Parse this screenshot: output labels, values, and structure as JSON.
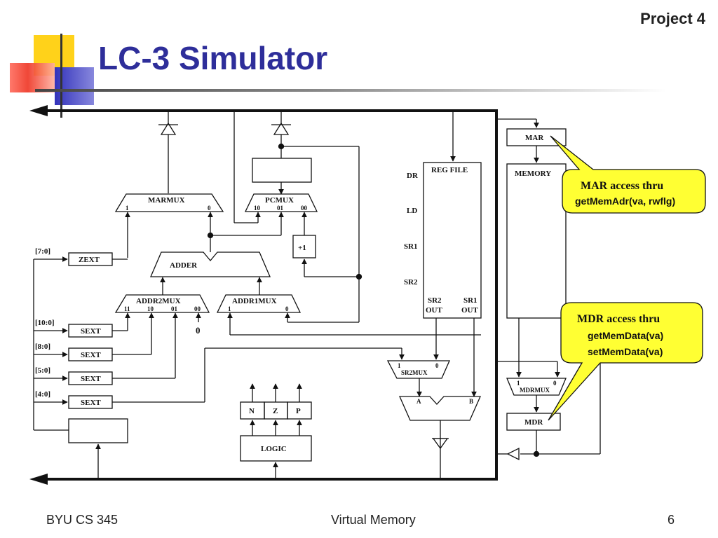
{
  "header": {
    "project_label": "Project 4",
    "title": "LC-3 Simulator"
  },
  "colors": {
    "title": "#2e2e9a",
    "deco_yellow": "#ffd21a",
    "deco_red": "#ee3322",
    "deco_blue": "#3333bb",
    "callout_fill": "#ffff33"
  },
  "diagram": {
    "marmux": {
      "label": "MARMUX",
      "in1": "1",
      "in0": "0"
    },
    "pcmux": {
      "label": "PCMUX",
      "in10": "10",
      "in01": "01",
      "in00": "00"
    },
    "adder": "ADDER",
    "plus_one": "+1",
    "zext": "ZEXT",
    "addr2mux": {
      "label": "ADDR2MUX",
      "in11": "11",
      "in10": "10",
      "in01": "01",
      "in00": "00",
      "zero": "0"
    },
    "addr1mux": {
      "label": "ADDR1MUX",
      "in1": "1",
      "in0": "0"
    },
    "sext": "SEXT",
    "bitfields": [
      "[7:0]",
      "[10:0]",
      "[8:0]",
      "[5:0]",
      "[4:0]"
    ],
    "regfile": {
      "title": "REG FILE",
      "dr": "DR",
      "ld": "LD",
      "sr1": "SR1",
      "sr2": "SR2",
      "sr2_out_1": "SR2",
      "sr2_out_2": "OUT",
      "sr1_out_1": "SR1",
      "sr1_out_2": "OUT"
    },
    "sr2mux": {
      "label": "SR2MUX",
      "in1": "1",
      "in0": "0"
    },
    "alu": {
      "a": "A",
      "b": "B"
    },
    "nzp": {
      "n": "N",
      "z": "Z",
      "p": "P"
    },
    "logic": "LOGIC",
    "mar": "MAR",
    "memory": "MEMORY",
    "mdrmux": {
      "label": "MDRMUX",
      "in1": "1",
      "in0": "0"
    },
    "mdr": "MDR"
  },
  "callouts": {
    "mar": {
      "line1": "MAR access  thru",
      "line2": "getMemAdr(va, rwflg)"
    },
    "mdr": {
      "line1": "MDR access  thru",
      "line2": "getMemData(va)",
      "line3": "setMemData(va)"
    }
  },
  "footer": {
    "left": "BYU CS 345",
    "center": "Virtual Memory",
    "page": "6"
  }
}
